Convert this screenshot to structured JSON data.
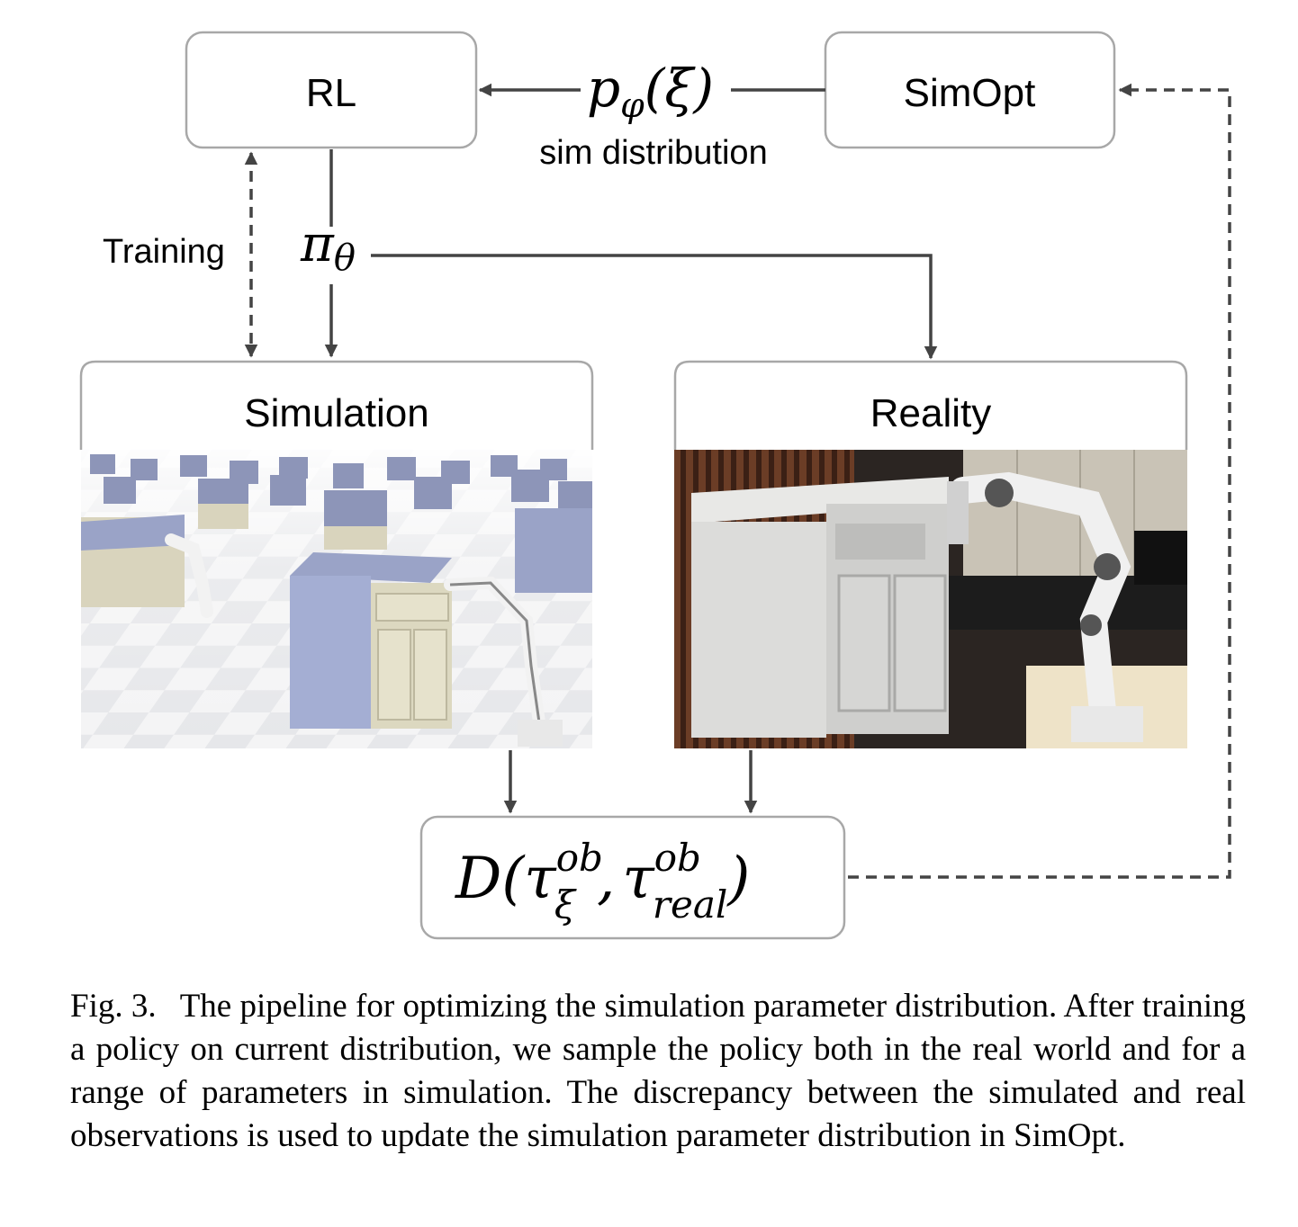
{
  "nodes": {
    "rl": "RL",
    "simopt": "SimOpt",
    "simulation": "Simulation",
    "reality": "Reality"
  },
  "edge_labels": {
    "sim_distribution": "sim distribution",
    "training": "Training"
  },
  "math": {
    "p_base": "p",
    "p_sub": "φ",
    "p_arg": "(ξ)",
    "pi_base": "π",
    "pi_sub": "θ",
    "d_open": "D(",
    "tau1": "τ",
    "tau1_sup": "ob",
    "tau1_sub": "ξ",
    "comma": ",",
    "tau2": "τ",
    "tau2_sup": "ob",
    "tau2_sub": "real",
    "d_close": ")"
  },
  "caption": {
    "label": "Fig. 3.",
    "text": "The pipeline for optimizing the simulation parameter distribution. After training a policy on current distribution, we sample the policy both in the real world and for a range of parameters in simulation. The discrepancy between the simulated and real observations is used to update the simulation parameter distribution in SimOpt."
  }
}
